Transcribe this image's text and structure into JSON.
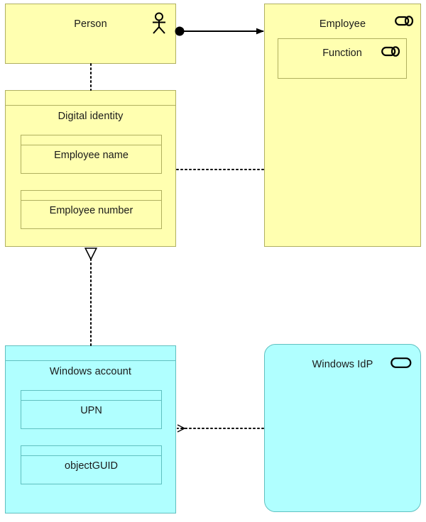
{
  "diagram": {
    "title": "Digital identity / Windows account ArchiMate model",
    "background": "#ffffff",
    "palette": {
      "business_fill": "#ffffb0",
      "business_stroke": "#b0b060",
      "application_fill": "#b0ffff",
      "application_stroke": "#60c0c0",
      "line": "#000000",
      "text": "#1a1a1a"
    }
  },
  "nodes": {
    "person": {
      "label": "Person",
      "icon": "actor-icon",
      "layer": "business"
    },
    "employee": {
      "label": "Employee",
      "icon": "business-role-icon",
      "layer": "business",
      "child": {
        "label": "Function",
        "icon": "business-role-icon"
      }
    },
    "digital_identity": {
      "label": "Digital identity",
      "layer": "business",
      "attributes": [
        {
          "label": "Employee name"
        },
        {
          "label": "Employee number"
        }
      ]
    },
    "windows_account": {
      "label": "Windows account",
      "layer": "application",
      "attributes": [
        {
          "label": "UPN"
        },
        {
          "label": "objectGUID"
        }
      ]
    },
    "windows_idp": {
      "label": "Windows IdP",
      "icon": "application-component-icon",
      "layer": "application"
    }
  },
  "connections": [
    {
      "name": "person-to-employee",
      "from": "person",
      "to": "employee",
      "style": "solid",
      "source_marker": "filled-ball",
      "target_marker": "filled-arrow",
      "relationship": "assignment"
    },
    {
      "name": "person-to-digital-identity",
      "from": "person",
      "to": "digital_identity",
      "style": "dotted",
      "source_marker": "none",
      "target_marker": "none",
      "relationship": "association"
    },
    {
      "name": "digital-identity-to-employee",
      "from": "digital_identity",
      "to": "employee",
      "style": "dotted",
      "source_marker": "none",
      "target_marker": "none",
      "relationship": "association"
    },
    {
      "name": "windows-account-to-digital-identity",
      "from": "windows_account",
      "to": "digital_identity",
      "style": "dotted",
      "source_marker": "none",
      "target_marker": "hollow-triangle",
      "relationship": "realization"
    },
    {
      "name": "windows-idp-to-windows-account",
      "from": "windows_idp",
      "to": "windows_account",
      "style": "dotted",
      "source_marker": "none",
      "target_marker": "open-arrow",
      "relationship": "flow"
    }
  ]
}
